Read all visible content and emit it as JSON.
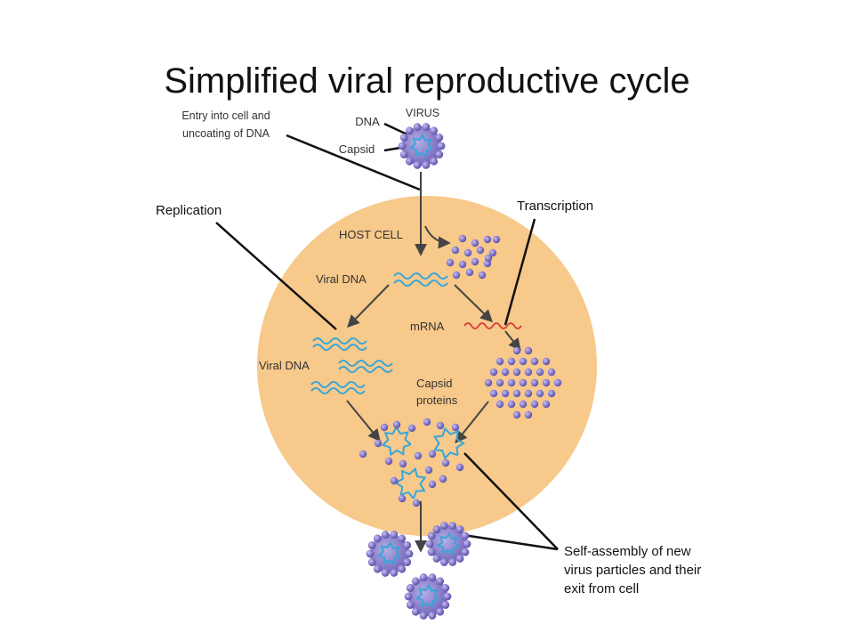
{
  "title": "Simplified viral reproductive cycle",
  "labels": {
    "entry_line1": "Entry into cell and",
    "entry_line2": "uncoating of DNA",
    "virus": "VIRUS",
    "dna": "DNA",
    "capsid": "Capsid",
    "host_cell": "HOST CELL",
    "replication": "Replication",
    "transcription": "Transcription",
    "viral_dna_top": "Viral DNA",
    "viral_dna_bottom": "Viral DNA",
    "mrna": "mRNA",
    "capsid_proteins_line1": "Capsid",
    "capsid_proteins_line2": "proteins",
    "self_assembly_line1": "Self-assembly of new",
    "self_assembly_line2": "virus particles and their",
    "self_assembly_line3": "exit from cell"
  },
  "colors": {
    "cell_fill": "#f7c98b",
    "protein": "#8a7fcf",
    "protein_dark": "#5b52a6",
    "dna": "#37a6d9",
    "mrna": "#d9443c",
    "line": "#111111",
    "arrow": "#555555"
  }
}
